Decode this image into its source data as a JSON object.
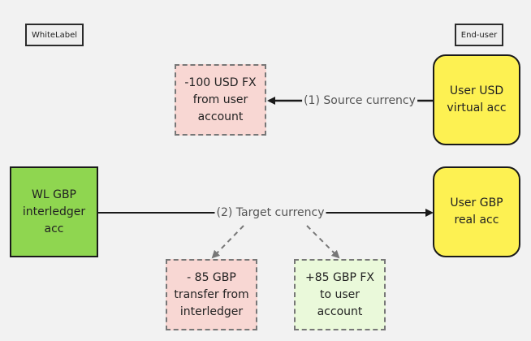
{
  "lanes": {
    "whitelabel": "WhiteLabel",
    "enduser": "End-user"
  },
  "nodes": {
    "user_usd_virtual": {
      "lines": [
        "User USD",
        "virtual acc"
      ]
    },
    "usd_debit": {
      "lines": [
        "-100 USD FX",
        "from user",
        "account"
      ]
    },
    "wl_gbp_interledger": {
      "lines": [
        "WL GBP",
        "interledger",
        "acc"
      ]
    },
    "user_gbp_real": {
      "lines": [
        "User GBP",
        "real acc"
      ]
    },
    "gbp_transfer_debit": {
      "lines": [
        "- 85 GBP",
        "transfer from",
        "interledger"
      ]
    },
    "gbp_credit": {
      "lines": [
        "+85 GBP FX",
        "to user",
        "account"
      ]
    }
  },
  "edges": {
    "source_currency": "(1) Source currency",
    "target_currency": "(2) Target currency"
  },
  "colors": {
    "debit_fill": "#f8d7d3",
    "credit_fill": "#eaf9da",
    "enduser_fill": "#fdf152",
    "whitelabel_fill": "#8fd650"
  }
}
